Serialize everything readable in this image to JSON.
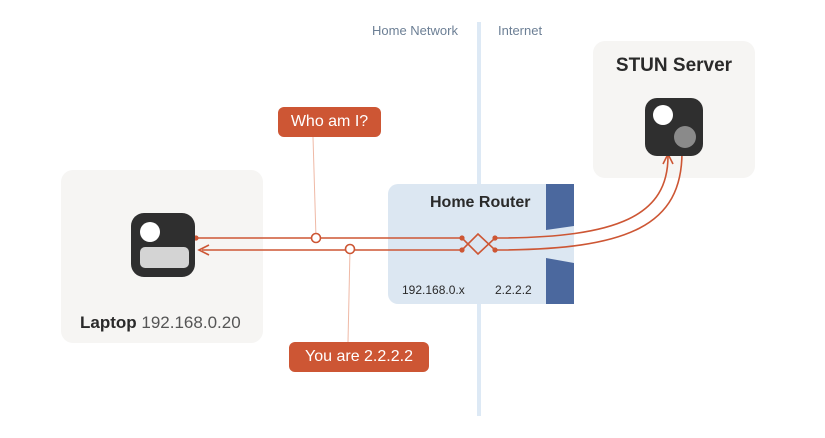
{
  "zones": {
    "home_network": "Home Network",
    "internet": "Internet"
  },
  "nodes": {
    "laptop": {
      "name": "Laptop",
      "ip": "192.168.0.20"
    },
    "stun": {
      "name": "STUN Server"
    },
    "router": {
      "name": "Home Router",
      "lan_ip": "192.168.0.x",
      "wan_ip": "2.2.2.2"
    }
  },
  "messages": {
    "request": "Who am I?",
    "response": "You are 2.2.2.2"
  },
  "colors": {
    "accent": "#cd5634",
    "router_wall": "#4b689e",
    "router_bg": "#dce7f2",
    "divider": "#dde9f5",
    "card_bg": "#f6f5f3",
    "icon": "#2f2f2f"
  }
}
